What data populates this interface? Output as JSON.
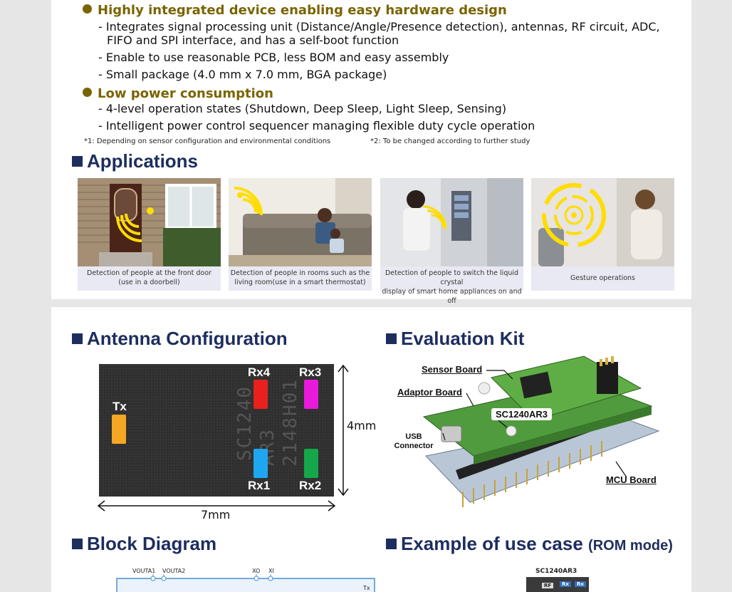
{
  "features": [
    {
      "title": "Highly integrated device enabling easy hardware design",
      "lines": [
        "- Integrates signal processing unit (Distance/Angle/Presence detection), antennas, RF circuit, ADC,",
        "FIFO and SPI interface, and has a self-boot function",
        "- Enable to use reasonable PCB, less BOM and easy assembly",
        "- Small package (4.0 mm x 7.0 mm, BGA package)"
      ]
    },
    {
      "title": "Low power consumption",
      "lines": [
        "- 4-level operation states (Shutdown, Deep Sleep, Light Sleep, Sensing)",
        "- Intelligent power control sequencer managing flexible duty cycle operation"
      ]
    }
  ],
  "footnotes": [
    "*1: Depending on sensor configuration and environmental conditions",
    "*2: To be changed according to further study"
  ],
  "applications": {
    "title": "Applications",
    "items": [
      {
        "line1": "Detection of people at the front door",
        "line2": "(use in a doorbell)"
      },
      {
        "line1": "Detection of people in rooms such as the",
        "line2": "living room(use in a smart thermostat)"
      },
      {
        "line1": "Detection of people to switch the liquid crystal",
        "line2": "display of smart home appliances on and off"
      },
      {
        "line1": "Gesture operations",
        "line2": ""
      }
    ]
  },
  "antenna": {
    "title": "Antenna Configuration",
    "labels": {
      "tx": "Tx",
      "rx1": "Rx1",
      "rx2": "Rx2",
      "rx3": "Rx3",
      "rx4": "Rx4"
    },
    "engraving": [
      "SC1240",
      "AR3",
      "2148H01"
    ],
    "height_dim": "4mm",
    "width_dim": "7mm",
    "colors": {
      "tx": "#f5a623",
      "rx1": "#1ea7f0",
      "rx2": "#14a84a",
      "rx3": "#e81adb",
      "rx4": "#e8211d"
    }
  },
  "eval_kit": {
    "title": "Evaluation Kit",
    "sensor_board": "Sensor Board",
    "adaptor_board": "Adaptor Board",
    "chip_name": "SC1240AR3",
    "usb_line1": "USB",
    "usb_line2": "Connector",
    "mcu_board": "MCU Board"
  },
  "block_diagram": {
    "title": "Block Diagram",
    "pins": [
      "VOUTA1",
      "VOUTA2",
      "XO",
      "XI"
    ],
    "tx": "Tx"
  },
  "use_case": {
    "title": "Example of use case",
    "title_suffix": "(ROM mode)",
    "chip_name": "SC1240AR3",
    "blocks": [
      "RF",
      "Rx",
      "Rx"
    ]
  },
  "colors": {
    "feature_heading": "#7a6400",
    "section_heading": "#1d2d5e",
    "caption_bg": "#e9e9f3",
    "radar_yellow": "#ffdd00"
  }
}
